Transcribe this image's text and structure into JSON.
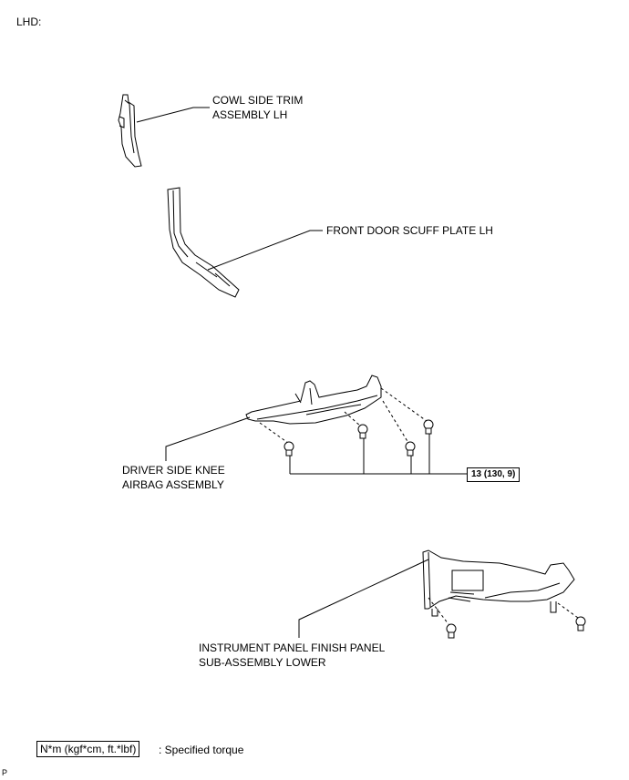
{
  "header": {
    "title": "LHD:"
  },
  "parts": {
    "cowl_side_trim": {
      "line1": "COWL SIDE TRIM",
      "line2": "ASSEMBLY LH"
    },
    "front_door_scuff_plate": {
      "label": "FRONT DOOR SCUFF PLATE LH"
    },
    "knee_airbag": {
      "line1": "DRIVER SIDE KNEE",
      "line2": "AIRBAG ASSEMBLY"
    },
    "instrument_panel": {
      "line1": "INSTRUMENT PANEL FINISH PANEL",
      "line2": "SUB-ASSEMBLY LOWER"
    }
  },
  "torque": {
    "value": "13 (130, 9)"
  },
  "legend": {
    "unit": "N*m (kgf*cm, ft.*lbf)",
    "desc": ": Specified torque"
  },
  "footer": {
    "code": "P"
  }
}
